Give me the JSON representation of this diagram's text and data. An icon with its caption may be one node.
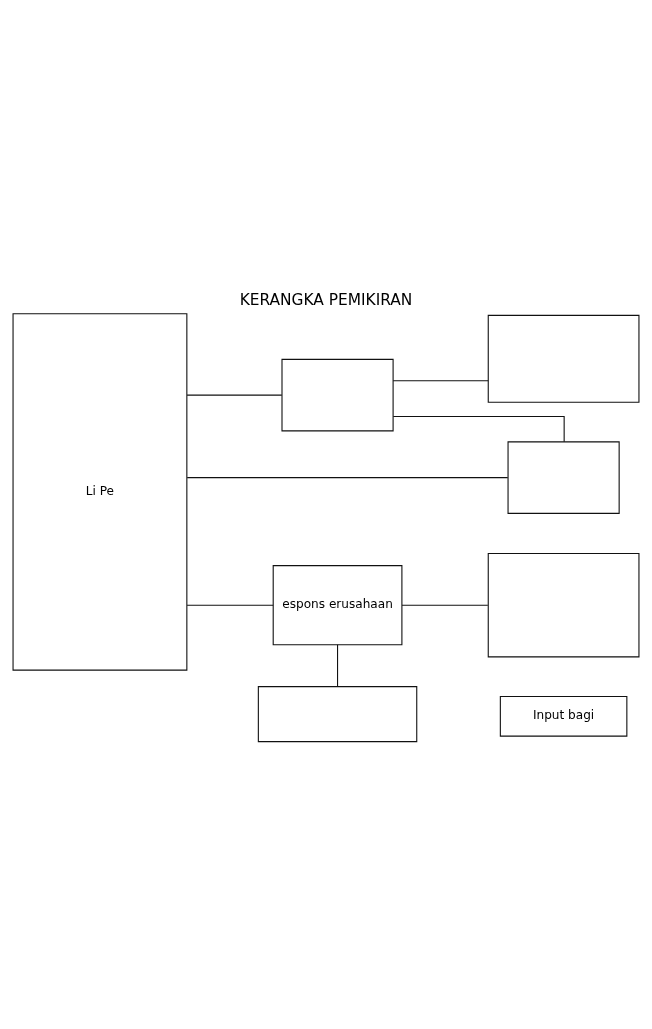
{
  "diagram": {
    "title": "KERANGKA PEMIKIRAN",
    "nodes": [
      {
        "text": [
          "Li Pe"
        ]
      },
      {
        "text": [],
        "shape": "box"
      },
      {
        "text": [],
        "shape": "box"
      },
      {
        "text": [],
        "shape": "box"
      },
      {
        "text": [
          "espons erusahaan"
        ]
      },
      {
        "text": [],
        "shape": "box"
      },
      {
        "text": [],
        "shape": "box"
      },
      {
        "text": [
          "Input bagi"
        ]
      }
    ],
    "edges": [
      {
        "from": 0,
        "to": 1,
        "arrow": "none"
      },
      {
        "from": 1,
        "to": 2,
        "arrow": "none"
      },
      {
        "from": 1,
        "to": 3,
        "arrow": "none"
      },
      {
        "from": 0,
        "to": 3,
        "arrow": "none"
      },
      {
        "from": 0,
        "to": 4,
        "arrow": "none"
      },
      {
        "from": 4,
        "to": 5,
        "arrow": "none"
      },
      {
        "from": 4,
        "to": 6,
        "arrow": "none"
      }
    ]
  }
}
